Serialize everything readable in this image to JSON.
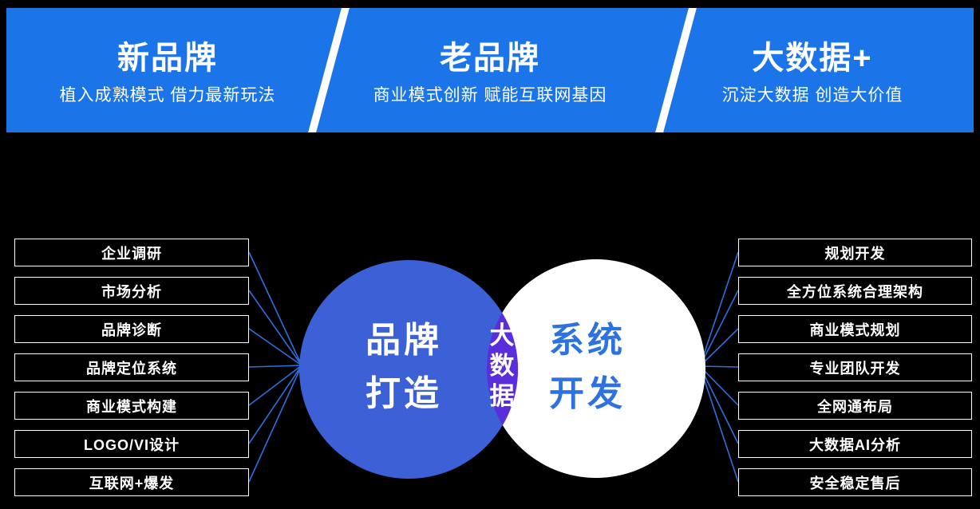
{
  "banner": {
    "sections": [
      {
        "title": "新品牌",
        "subtitle": "植入成熟模式 借力最新玩法"
      },
      {
        "title": "老品牌",
        "subtitle": "商业模式创新 赋能互联网基因"
      },
      {
        "title": "大数据+",
        "subtitle": "沉淀大数据 创造大价值"
      }
    ]
  },
  "venn": {
    "left_circle": {
      "lines": [
        "品牌",
        "打造"
      ]
    },
    "right_circle": {
      "lines": [
        "系统",
        "开发"
      ]
    },
    "intersection": {
      "chars": [
        "大",
        "数",
        "据"
      ]
    }
  },
  "left_items": [
    "企业调研",
    "市场分析",
    "品牌诊断",
    "品牌定位系统",
    "商业模式构建",
    "LOGO/VI设计",
    "互联网+爆发"
  ],
  "right_items": [
    "规划开发",
    "全方位系统合理架构",
    "商业模式规划",
    "专业团队开发",
    "全网通布局",
    "大数据AI分析",
    "安全稳定售后"
  ],
  "colors": {
    "background": "#000000",
    "banner_bg": "#1B74E8",
    "left_circle": "#3C60D6",
    "intersection": "#5A2EDB",
    "right_circle": "#FFFFFF",
    "right_circle_text": "#2D72E0",
    "connector_line": "#2E6FE0",
    "box_border": "#FFFFFF"
  }
}
